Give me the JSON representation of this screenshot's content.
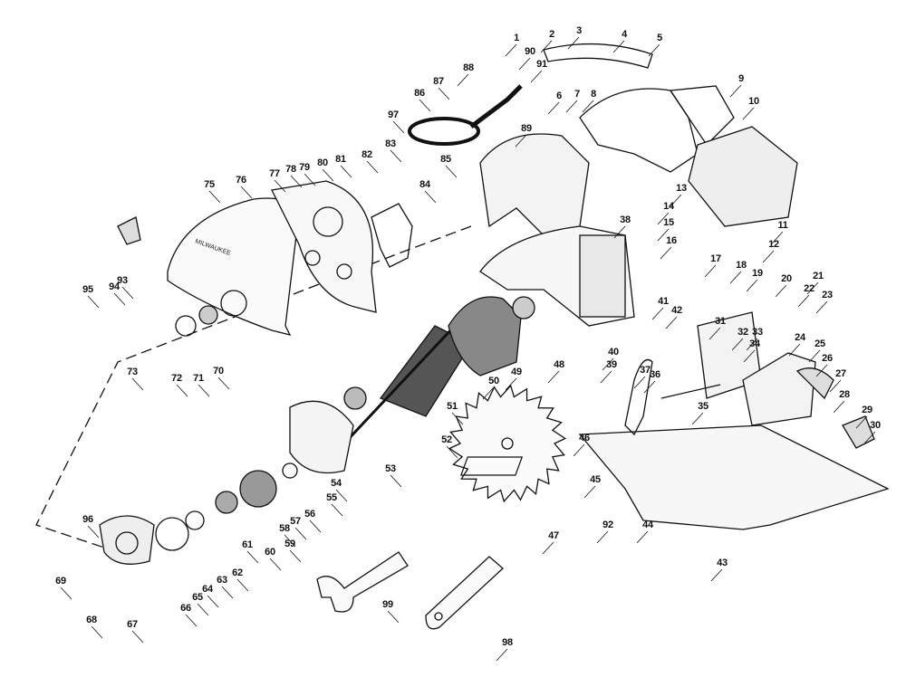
{
  "title": "Circular saw exploded parts diagram",
  "brand_lettering": "MILWAUKEE",
  "part_numbers": [
    "1",
    "2",
    "3",
    "4",
    "5",
    "6",
    "7",
    "8",
    "9",
    "10",
    "11",
    "12",
    "13",
    "14",
    "15",
    "16",
    "17",
    "18",
    "19",
    "20",
    "21",
    "22",
    "23",
    "24",
    "25",
    "26",
    "27",
    "28",
    "29",
    "30",
    "31",
    "32",
    "33",
    "34",
    "35",
    "36",
    "37",
    "38",
    "39",
    "40",
    "41",
    "42",
    "43",
    "44",
    "45",
    "46",
    "47",
    "48",
    "49",
    "50",
    "51",
    "52",
    "53",
    "54",
    "55",
    "56",
    "57",
    "58",
    "59",
    "60",
    "61",
    "62",
    "63",
    "64",
    "65",
    "66",
    "67",
    "68",
    "69",
    "70",
    "71",
    "72",
    "73",
    "75",
    "76",
    "77",
    "78",
    "79",
    "80",
    "81",
    "82",
    "83",
    "84",
    "85",
    "86",
    "87",
    "88",
    "89",
    "90",
    "91",
    "92",
    "93",
    "94",
    "95",
    "96",
    "97",
    "98",
    "99"
  ]
}
